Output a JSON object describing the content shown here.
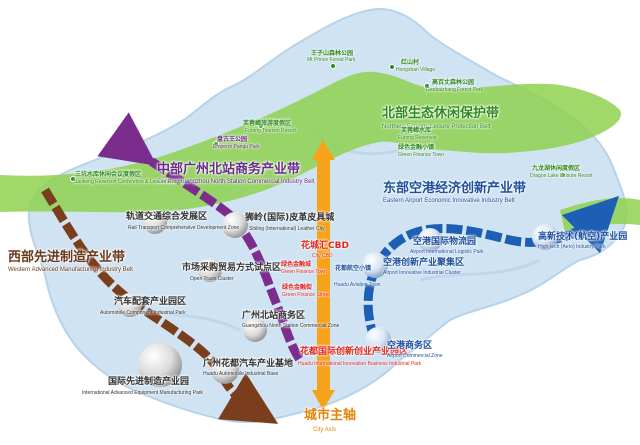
{
  "belts": {
    "north": {
      "cn": "北部生态休闲保护带",
      "en": "Northern Ecology Leisure Protection Belt",
      "color": "#8fd14f"
    },
    "central": {
      "cn": "中部广州北站商务产业带",
      "en": "Central Guangzhou North Station Commercial Industry Belt",
      "color": "#7b2d8e"
    },
    "west": {
      "cn": "西部先进制造产业带",
      "en": "Western Advanced Manufacturing Industry Belt",
      "color": "#7a3e1c"
    },
    "east": {
      "cn": "东部空港经济创新产业带",
      "en": "Eastern Airport Economic Innovative Industry Belt",
      "color": "#1c5fb4"
    },
    "axis": {
      "cn": "城市主轴",
      "en": "City Axis",
      "color": "#f7a21b"
    }
  },
  "zones": {
    "rail_transport": {
      "cn": "轨道交通综合发展区",
      "en": "Rail Transport Comprehensive Development Zone"
    },
    "shiling": {
      "cn": "狮岭(国际)皮革皮具城",
      "en": "Shiling (International) Leather City"
    },
    "open_trade": {
      "cn": "市场采购贸易方式试点区",
      "en": "Open Trade Cluster"
    },
    "gz_north": {
      "cn": "广州北站商务区",
      "en": "Guangzhou North Station Commercial Zone"
    },
    "auto_component": {
      "cn": "汽车配套产业园区",
      "en": "Automobile Component Industrial Park"
    },
    "huadu_auto": {
      "cn": "广州花都汽车产业基地",
      "en": "Huadu Automobile Industrial Base"
    },
    "intl_adv": {
      "cn": "国际先进制造产业园",
      "en": "International Advanced Equipment Manufacturing Park"
    },
    "city_cbd": {
      "cn": "花城汇CBD",
      "en": "City CBD"
    },
    "green_finance_cbd": {
      "cn": "绿色金融城",
      "en": "Green Finance Town"
    },
    "aviation_town": {
      "cn": "花都航空小镇",
      "en": "Huadu Aviation Town"
    },
    "green_finance2": {
      "cn": "绿色金融街",
      "en": "Green Finance Street"
    },
    "huadu_intl": {
      "cn": "花都国际创新创业产业园区",
      "en": "Huadu International Innovation Business Industrial Park"
    },
    "airport_logistic": {
      "cn": "空港国际物流园",
      "en": "Airport International Logistic Park"
    },
    "hightech": {
      "cn": "高新技术(航空)产业园",
      "en": "High-tech (Aero) Industry Park"
    },
    "airport_innov": {
      "cn": "空港创新产业聚集区",
      "en": "Airport Innovative Industrial Cluster"
    },
    "airport_comm": {
      "cn": "空港商务区",
      "en": "Airport Commercial Zone"
    }
  },
  "poi": {
    "wangzishan": {
      "cn": "王子山森林公园",
      "en": "Mt Prince Forest Park"
    },
    "hongshan": {
      "cn": "红山村",
      "en": "Hongshan Village"
    },
    "gaobaizhang": {
      "cn": "高百丈森林公园",
      "en": "Gaobaizhang Forest Park"
    },
    "furong_resort": {
      "cn": "芙蓉嶂旅游度假区",
      "en": "Furong Tourism Resort"
    },
    "furong_reservoir": {
      "cn": "芙蓉嶂水库",
      "en": "Furong Reservoir"
    },
    "panggu": {
      "cn": "盘古王公园",
      "en": "Emperor Pangu Park"
    },
    "green_finance_town": {
      "cn": "绿色金融小镇",
      "en": "Green Finance Town"
    },
    "saokeng": {
      "cn": "三坑水库休闲会议度假区",
      "en": "Saokeng Reservoir Conference & Leisure Resort"
    },
    "dragon_lake": {
      "cn": "九龙湖休闲度假区",
      "en": "Dragon Lake Leisure Resort"
    }
  },
  "colors": {
    "green_belt": "#8fd14f",
    "land": "#cfe3f3",
    "land_edge": "#b7d3ea",
    "purple": "#7b2d8e",
    "brown": "#7a3e1c",
    "blue": "#1c5fb4",
    "orange": "#f7a21b"
  }
}
